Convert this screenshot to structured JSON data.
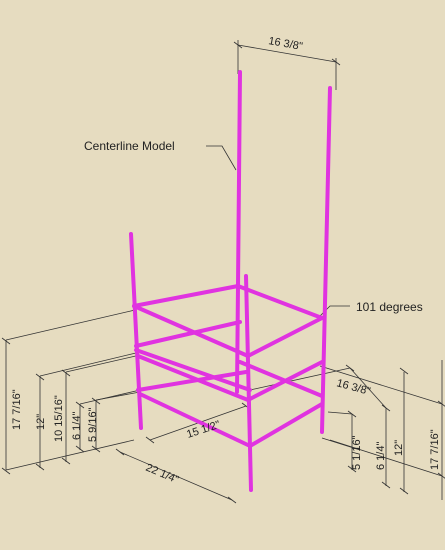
{
  "annotations": {
    "centerline_label": "Centerline Model",
    "angle_label": "101 degrees"
  },
  "dimensions": {
    "top_width": "16 3/8\"",
    "left_overall_height": "17 7/16\"",
    "left_12": "12\"",
    "left_10_15_16": "10 15/16\"",
    "left_6_1_4": "6 1/4\"",
    "left_5_9_16": "5 9/16\"",
    "bottom_15_1_2": "15 1/2\"",
    "bottom_22_1_4": "22 1/4\"",
    "right_16_3_8": "16 3/8\"",
    "right_5_1_16": "5 1/16\"",
    "right_6_1_4": "6 1/4\"",
    "right_12": "12\"",
    "right_overall_height": "17 7/16\""
  },
  "colors": {
    "background": "#e6dcc0",
    "frame": "#e033e0",
    "dimension_line": "#333333"
  }
}
